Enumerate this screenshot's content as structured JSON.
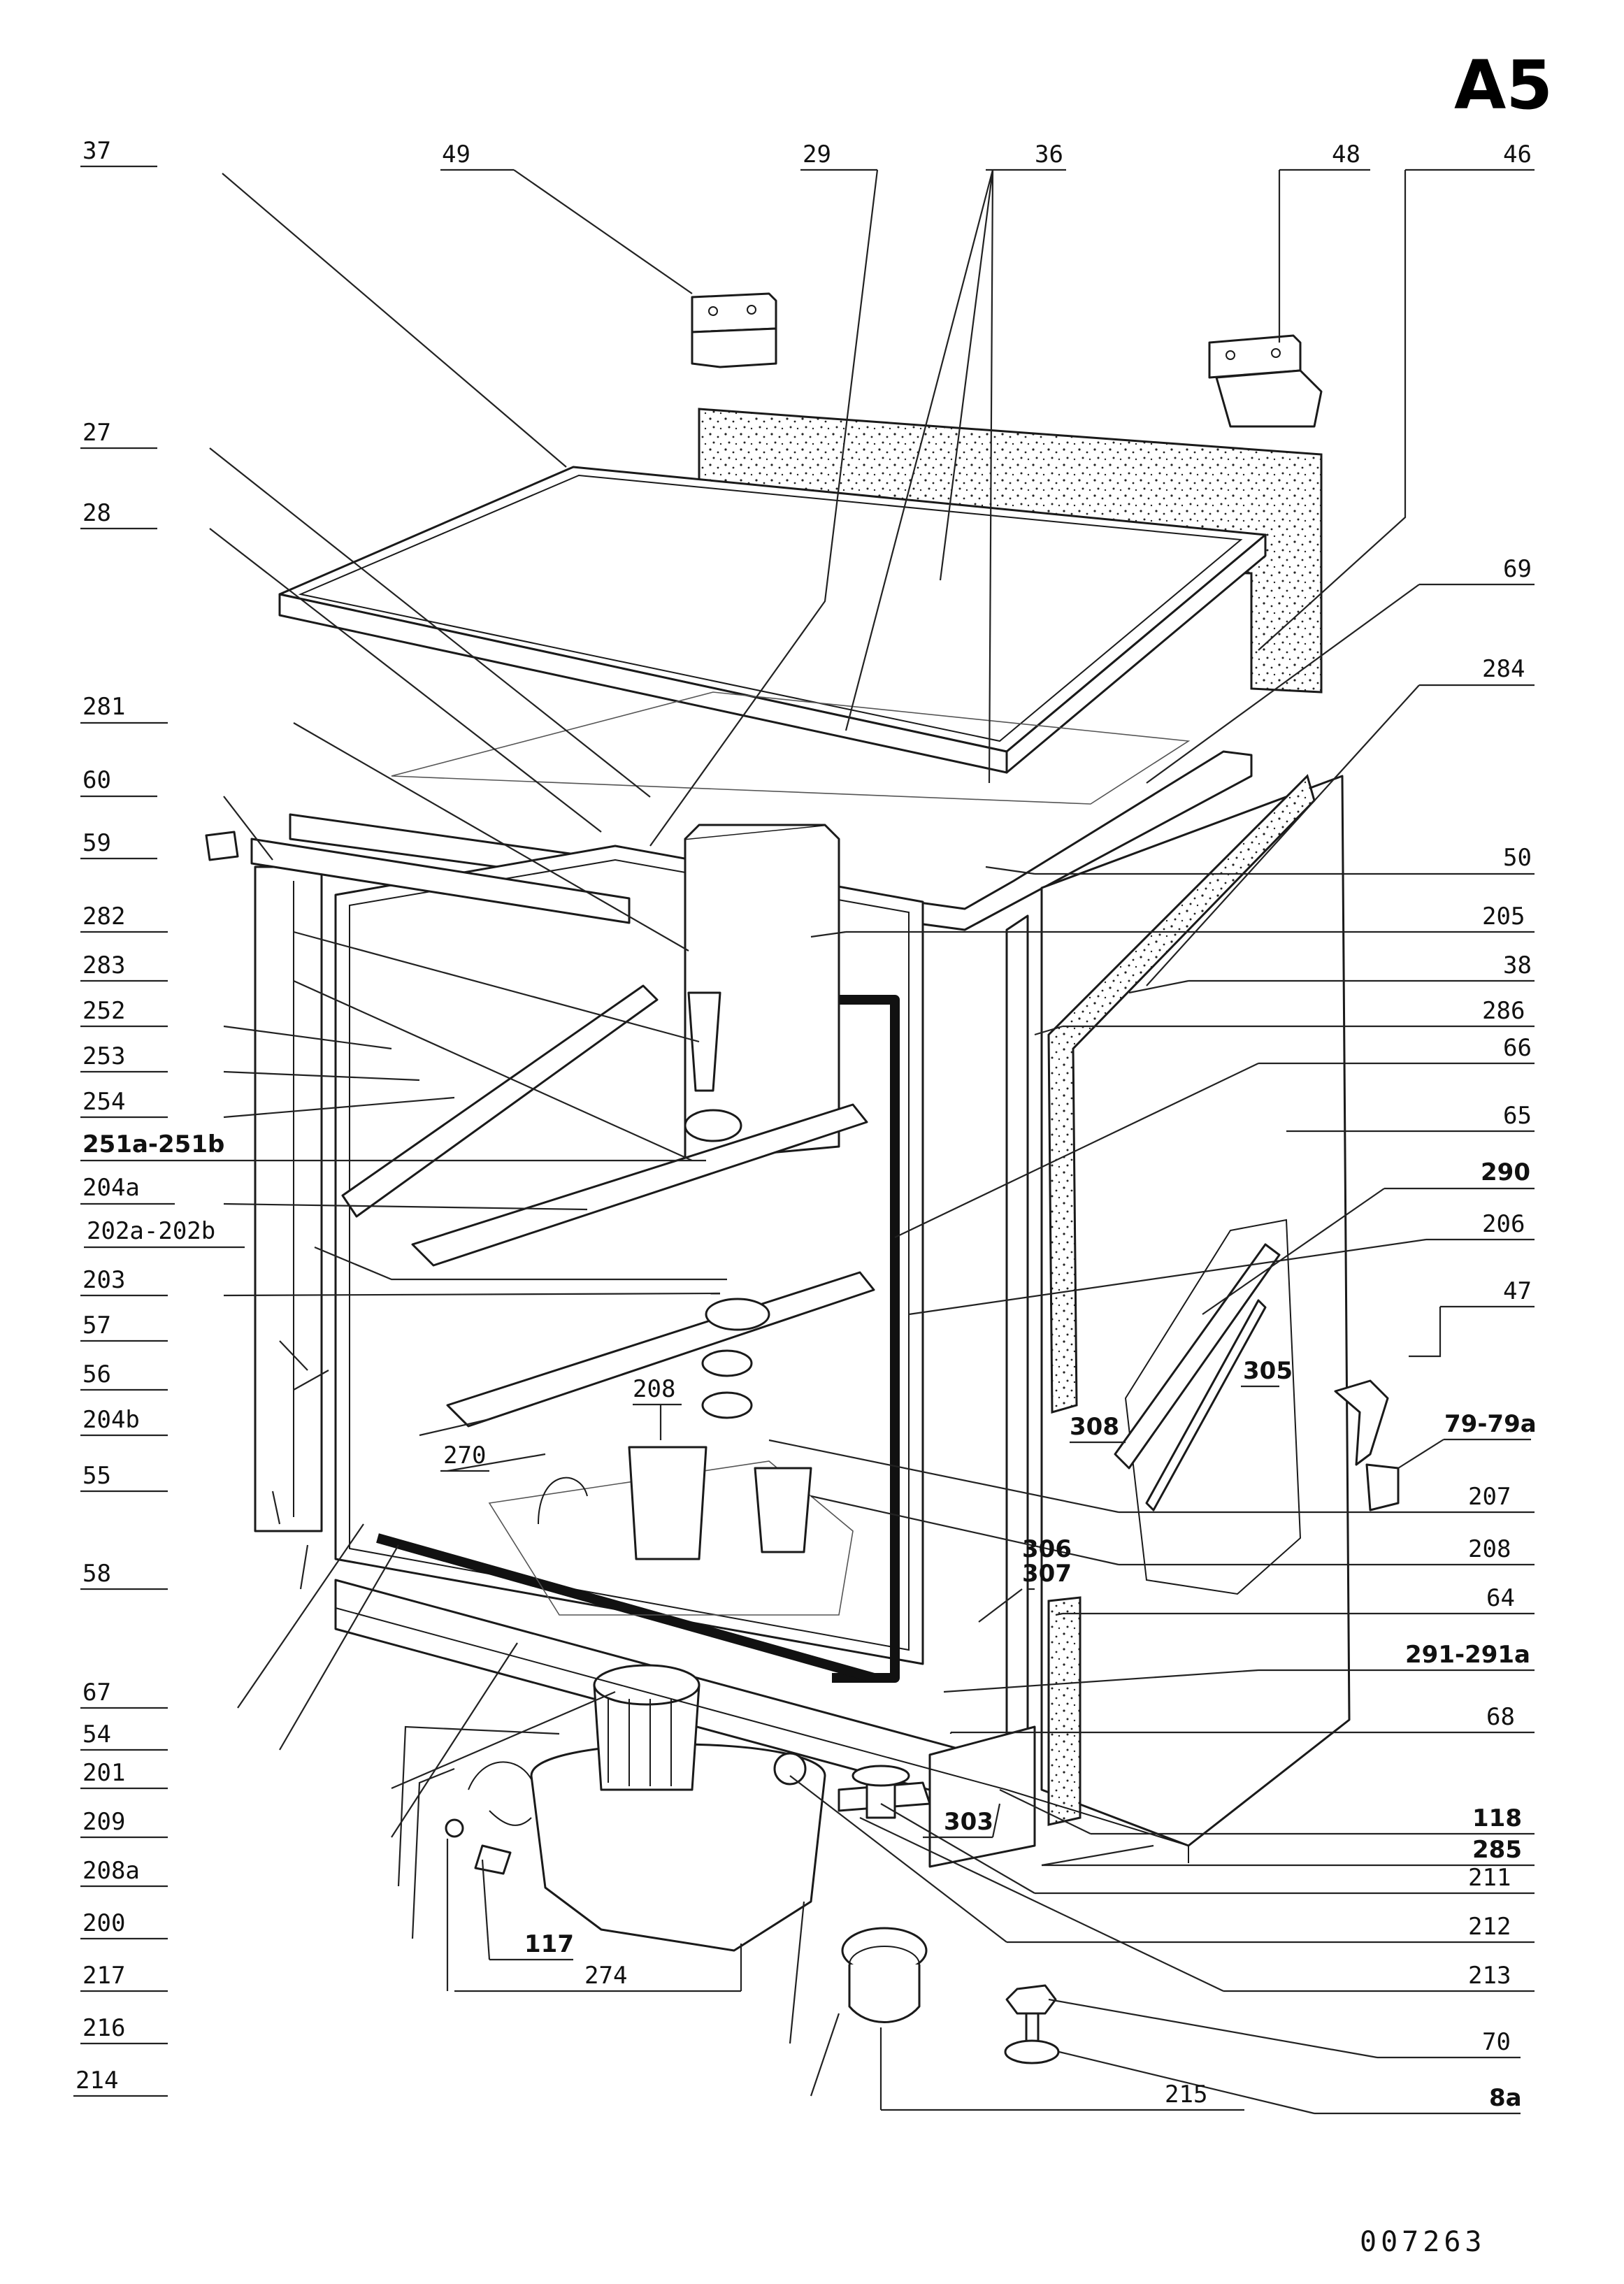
{
  "sheet": {
    "id": "A5",
    "document_number": "007263"
  },
  "callouts": [
    {
      "id": "c37",
      "text": "37"
    },
    {
      "id": "c49",
      "text": "49"
    },
    {
      "id": "c29",
      "text": "29"
    },
    {
      "id": "c36",
      "text": "36"
    },
    {
      "id": "c48",
      "text": "48"
    },
    {
      "id": "c46",
      "text": "46"
    },
    {
      "id": "c27",
      "text": "27"
    },
    {
      "id": "c28",
      "text": "28"
    },
    {
      "id": "c69",
      "text": "69"
    },
    {
      "id": "c284",
      "text": "284"
    },
    {
      "id": "c281",
      "text": "281"
    },
    {
      "id": "c60",
      "text": "60"
    },
    {
      "id": "c59",
      "text": "59"
    },
    {
      "id": "c50",
      "text": "50"
    },
    {
      "id": "c282",
      "text": "282"
    },
    {
      "id": "c205",
      "text": "205"
    },
    {
      "id": "c283",
      "text": "283"
    },
    {
      "id": "c38",
      "text": "38"
    },
    {
      "id": "c252",
      "text": "252"
    },
    {
      "id": "c286",
      "text": "286"
    },
    {
      "id": "c253",
      "text": "253"
    },
    {
      "id": "c66",
      "text": "66"
    },
    {
      "id": "c254",
      "text": "254"
    },
    {
      "id": "c65",
      "text": "65"
    },
    {
      "id": "c251",
      "text": "251a-251b"
    },
    {
      "id": "c290",
      "text": "290"
    },
    {
      "id": "c204a",
      "text": "204a"
    },
    {
      "id": "c206",
      "text": "206"
    },
    {
      "id": "c202",
      "text": "202a-202b"
    },
    {
      "id": "c203",
      "text": "203"
    },
    {
      "id": "c47",
      "text": "47"
    },
    {
      "id": "c57",
      "text": "57"
    },
    {
      "id": "c305",
      "text": "305"
    },
    {
      "id": "c56",
      "text": "56"
    },
    {
      "id": "c208a_top",
      "text": "208"
    },
    {
      "id": "c204b",
      "text": "204b"
    },
    {
      "id": "c308",
      "text": "308"
    },
    {
      "id": "c79",
      "text": "79-79a"
    },
    {
      "id": "c270",
      "text": "270"
    },
    {
      "id": "c55",
      "text": "55"
    },
    {
      "id": "c207",
      "text": "207"
    },
    {
      "id": "c208b",
      "text": "208"
    },
    {
      "id": "c58",
      "text": "58"
    },
    {
      "id": "c306",
      "text": "306"
    },
    {
      "id": "c307",
      "text": "307"
    },
    {
      "id": "c64",
      "text": "64"
    },
    {
      "id": "c291",
      "text": "291-291a"
    },
    {
      "id": "c67",
      "text": "67"
    },
    {
      "id": "c54",
      "text": "54"
    },
    {
      "id": "c68",
      "text": "68"
    },
    {
      "id": "c201",
      "text": "201"
    },
    {
      "id": "c209",
      "text": "209"
    },
    {
      "id": "c303",
      "text": "303"
    },
    {
      "id": "c118",
      "text": "118"
    },
    {
      "id": "c285",
      "text": "285"
    },
    {
      "id": "c208a",
      "text": "208a"
    },
    {
      "id": "c211",
      "text": "211"
    },
    {
      "id": "c200",
      "text": "200"
    },
    {
      "id": "c212",
      "text": "212"
    },
    {
      "id": "c117",
      "text": "117"
    },
    {
      "id": "c217",
      "text": "217"
    },
    {
      "id": "c274",
      "text": "274"
    },
    {
      "id": "c213",
      "text": "213"
    },
    {
      "id": "c216",
      "text": "216"
    },
    {
      "id": "c70",
      "text": "70"
    },
    {
      "id": "c214",
      "text": "214"
    },
    {
      "id": "c215",
      "text": "215"
    },
    {
      "id": "c8a",
      "text": "8a"
    }
  ]
}
